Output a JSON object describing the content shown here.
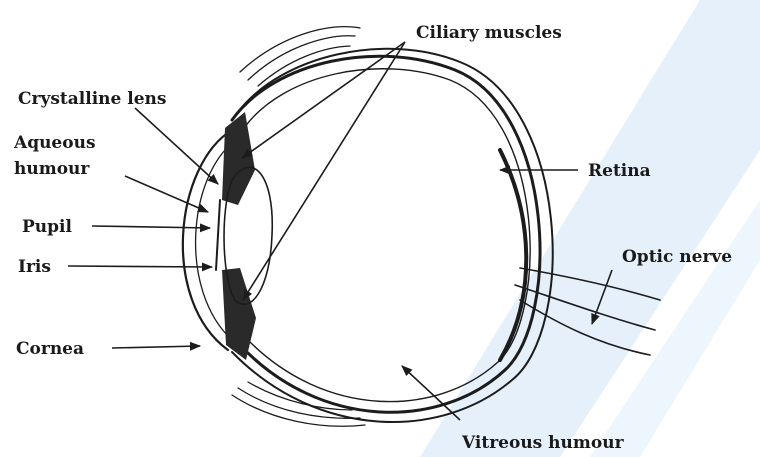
{
  "labels": {
    "ciliary_muscles": "Ciliary muscles",
    "crystalline_lens": "Crystalline lens",
    "aqueous_humour_1": "Aqueous",
    "aqueous_humour_2": "humour",
    "pupil": "Pupil",
    "iris": "Iris",
    "cornea": "Cornea",
    "retina": "Retina",
    "optic_nerve": "Optic nerve",
    "vitreous_humour": "Vitreous humour"
  },
  "colors": {
    "ink": "#1c1c1c",
    "watermark": "#bcd9f2",
    "background": "#ffffff"
  }
}
